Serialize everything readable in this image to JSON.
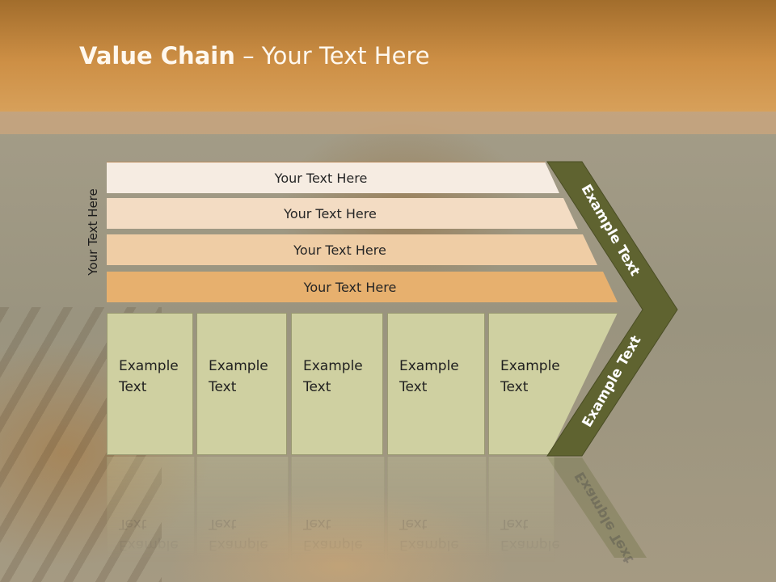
{
  "slide": {
    "title_bold": "Value Chain",
    "title_rest": " – Your Text Here",
    "side_label": "Your Text Here",
    "bars": [
      {
        "label": "Your Text Here"
      },
      {
        "label": "Your Text Here"
      },
      {
        "label": "Your Text Here"
      },
      {
        "label": "Your Text Here"
      }
    ],
    "boxes": [
      {
        "line1": "Example",
        "line2": "Text"
      },
      {
        "line1": "Example",
        "line2": "Text"
      },
      {
        "line1": "Example",
        "line2": "Text"
      },
      {
        "line1": "Example",
        "line2": "Text"
      },
      {
        "line1": "Example",
        "line2": "Text"
      }
    ],
    "chevron": {
      "upper_label": "Example Text",
      "lower_label": "Example Text",
      "color": "#5f6330"
    },
    "colors": {
      "header": "#cd8f45",
      "box_fill": "#cfd0a1",
      "bar_1": "#f6ece2",
      "bar_2": "#f3dcc3",
      "bar_3": "#efcda5",
      "bar_4": "#e7b06e"
    }
  }
}
